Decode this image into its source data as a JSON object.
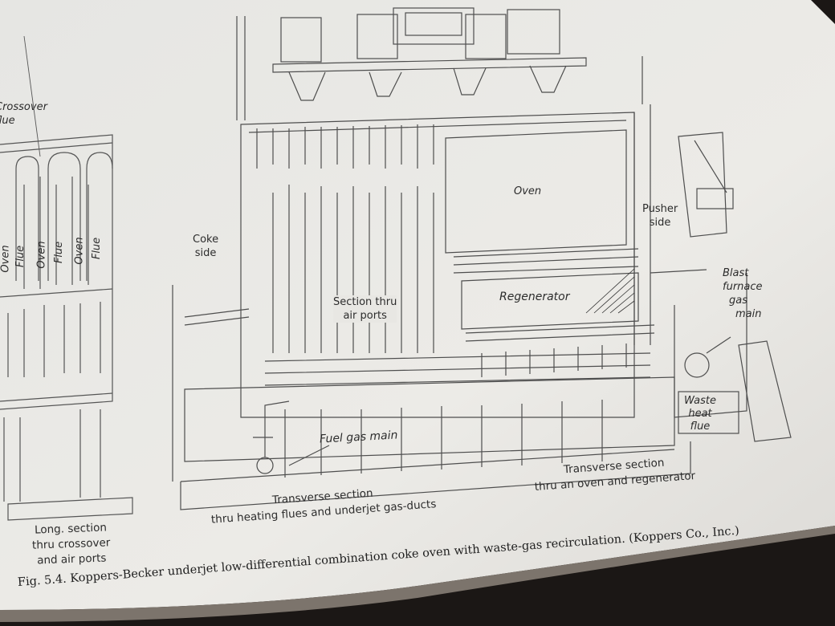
{
  "diagram": {
    "left_panel": {
      "crossover_label": [
        "Crossover",
        "flue"
      ],
      "column_labels": [
        "Oven",
        "Flue",
        "Oven",
        "Flue",
        "Oven",
        "Flue"
      ],
      "section_caption": [
        "Long. section",
        "thru crossover",
        "and air ports"
      ]
    },
    "main_panel": {
      "coke_side": [
        "Coke",
        "side"
      ],
      "air_ports": [
        "Section thru",
        "air ports"
      ],
      "oven": "Oven",
      "pusher_side": [
        "Pusher",
        "side"
      ],
      "regenerator": "Regenerator",
      "blast_furnace": [
        "Blast",
        "furnace",
        "gas",
        "main"
      ],
      "waste_heat": [
        "Waste",
        "heat",
        "flue"
      ],
      "fuel_gas_main": "Fuel gas main",
      "section_left": [
        "Transverse section",
        "thru heating flues and underjet gas-ducts"
      ],
      "section_right": [
        "Transverse section",
        "thru an oven and regenerator"
      ]
    },
    "caption": "Fig. 5.4. Koppers-Becker underjet low-differential combination coke oven with waste-gas recirculation. (Koppers Co., Inc.)"
  }
}
